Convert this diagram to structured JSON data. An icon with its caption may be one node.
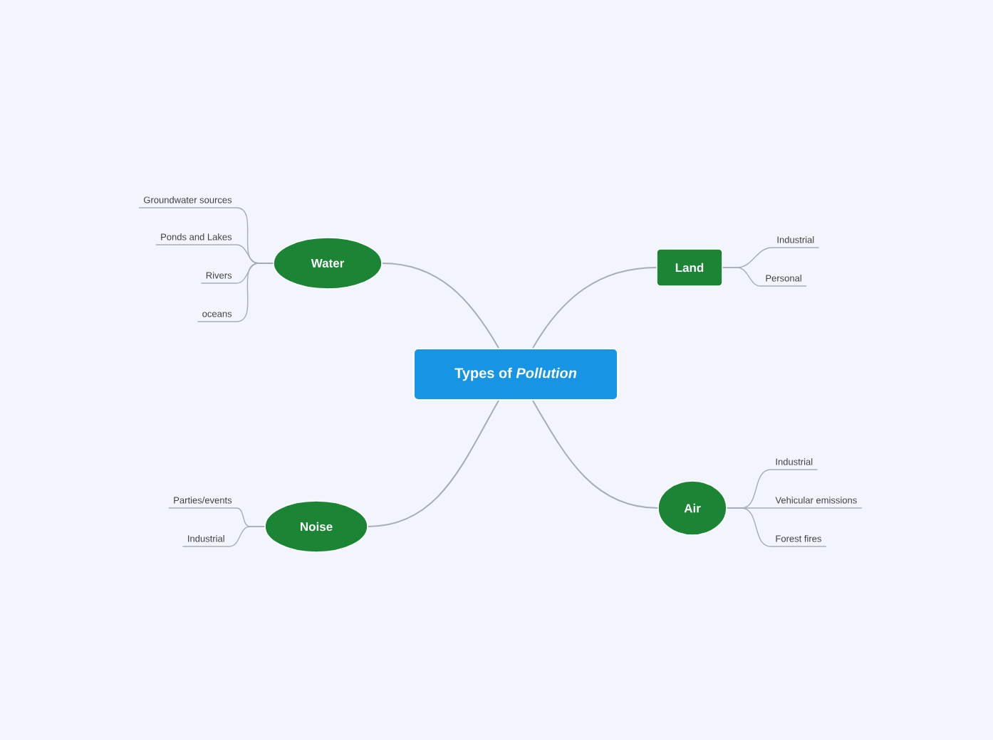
{
  "diagram": {
    "nodes": [
      {
        "text": [
          "Types of *Pollution*"
        ]
      },
      {
        "text": [
          "Water"
        ]
      },
      {
        "text": [
          "Groundwater sources"
        ]
      },
      {
        "text": [
          "Ponds and Lakes"
        ]
      },
      {
        "text": [
          "Rivers"
        ]
      },
      {
        "text": [
          "oceans"
        ]
      },
      {
        "text": [
          "Land"
        ]
      },
      {
        "text": [
          "Industrial"
        ]
      },
      {
        "text": [
          "Personal"
        ]
      },
      {
        "text": [
          "Noise"
        ]
      },
      {
        "text": [
          "Parties/events"
        ]
      },
      {
        "text": [
          "Industrial"
        ]
      },
      {
        "text": [
          "Air"
        ]
      },
      {
        "text": [
          "Industrial"
        ]
      },
      {
        "text": [
          "Vehicular emissions"
        ]
      },
      {
        "text": [
          "Forest fires"
        ]
      }
    ],
    "edges": [
      {
        "from": 0,
        "to": 1,
        "arrow": "none"
      },
      {
        "from": 1,
        "to": 2,
        "arrow": "none"
      },
      {
        "from": 1,
        "to": 3,
        "arrow": "none"
      },
      {
        "from": 1,
        "to": 4,
        "arrow": "none"
      },
      {
        "from": 1,
        "to": 5,
        "arrow": "none"
      },
      {
        "from": 0,
        "to": 6,
        "arrow": "none"
      },
      {
        "from": 6,
        "to": 7,
        "arrow": "none"
      },
      {
        "from": 6,
        "to": 8,
        "arrow": "none"
      },
      {
        "from": 0,
        "to": 9,
        "arrow": "none"
      },
      {
        "from": 9,
        "to": 10,
        "arrow": "none"
      },
      {
        "from": 9,
        "to": 11,
        "arrow": "none"
      },
      {
        "from": 0,
        "to": 12,
        "arrow": "none"
      },
      {
        "from": 12,
        "to": 13,
        "arrow": "none"
      },
      {
        "from": 12,
        "to": 14,
        "arrow": "none"
      },
      {
        "from": 12,
        "to": 15,
        "arrow": "none"
      }
    ]
  }
}
